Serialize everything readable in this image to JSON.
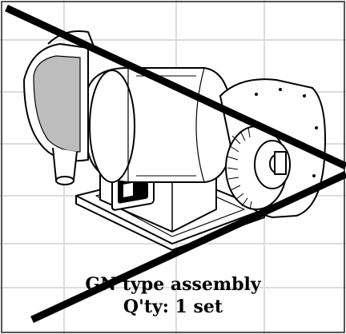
{
  "caption": {
    "line1": "GN type assembly",
    "line2": "Q'ty: 1 set"
  },
  "colors": {
    "ink": "#000000",
    "faint_table": "#d9d9d9",
    "background": "#ffffff"
  },
  "icons": {
    "grinder": "bench-grinder-illustration",
    "cross": "diagonal-cross-out-lines"
  }
}
